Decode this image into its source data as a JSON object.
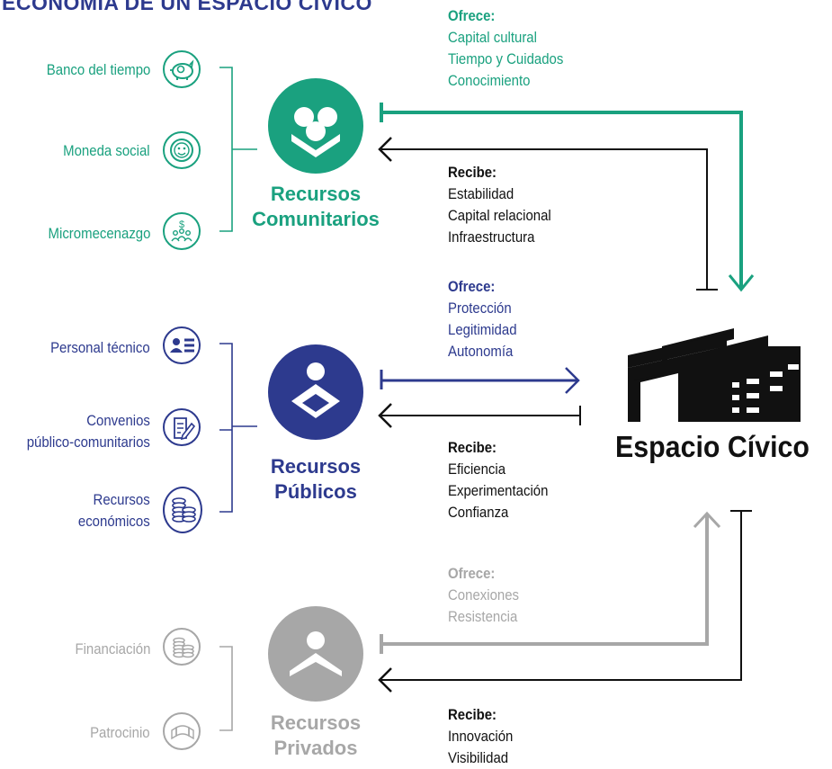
{
  "title": "ECONOMÍA DE UN ESPACIO CÍVICO",
  "colors": {
    "comunitarios": "#1aa17f",
    "publicos": "#2d3a8e",
    "privados": "#a7a7a7",
    "civic": "#111111"
  },
  "target": {
    "label": "Espacio Cívico",
    "icon": "building-icon"
  },
  "groups": [
    {
      "id": "comunitarios",
      "title_line1": "Recursos",
      "title_line2": "Comunitarios",
      "badge_icon": "community-icon",
      "tools": [
        {
          "label": "Banco del tiempo",
          "icon": "piggy-bank-icon"
        },
        {
          "label": "Moneda social",
          "icon": "coin-icon"
        },
        {
          "label": "Micromecenazgo",
          "icon": "crowdfunding-icon"
        }
      ],
      "ofrece_label": "Ofrece:",
      "ofrece": [
        "Capital cultural",
        "Tiempo y Cuidados",
        "Conocimiento"
      ],
      "recibe_label": "Recibe:",
      "recibe": [
        "Estabilidad",
        "Capital relacional",
        "Infraestructura"
      ]
    },
    {
      "id": "publicos",
      "title_line1": "Recursos",
      "title_line2": "Públicos",
      "badge_icon": "public-icon",
      "tools": [
        {
          "label": "Personal técnico",
          "icon": "id-card-icon"
        },
        {
          "label_line1": "Convenios",
          "label_line2": "público-comunitarios",
          "icon": "agreement-icon"
        },
        {
          "label_line1": "Recursos",
          "label_line2": "económicos",
          "icon": "coins-icon"
        }
      ],
      "ofrece_label": "Ofrece:",
      "ofrece": [
        "Protección",
        "Legitimidad",
        "Autonomía"
      ],
      "recibe_label": "Recibe:",
      "recibe": [
        "Eficiencia",
        "Experimentación",
        "Confianza"
      ]
    },
    {
      "id": "privados",
      "title_line1": "Recursos",
      "title_line2": "Privados",
      "badge_icon": "private-icon",
      "tools": [
        {
          "label": "Financiación",
          "icon": "coins-icon"
        },
        {
          "label": "Patrocinio",
          "icon": "ribbon-icon"
        }
      ],
      "ofrece_label": "Ofrece:",
      "ofrece": [
        "Conexiones",
        "Resistencia"
      ],
      "recibe_label": "Recibe:",
      "recibe": [
        "Innovación",
        "Visibilidad"
      ]
    }
  ]
}
